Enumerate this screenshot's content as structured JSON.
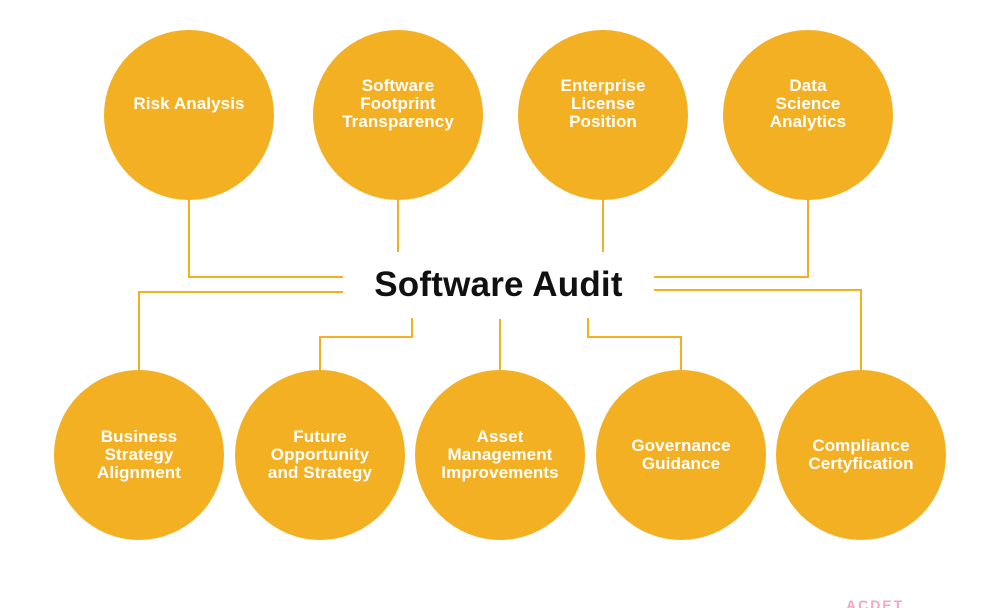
{
  "diagram": {
    "title": "Software Audit",
    "accent_color": "#F2B022",
    "line_color": "#F2B022",
    "top_nodes": [
      {
        "label": "Risk Analysis"
      },
      {
        "label": "Software\nFootprint\nTransparency"
      },
      {
        "label": "Enterprise\nLicense\nPosition"
      },
      {
        "label": "Data\nScience\nAnalytics"
      }
    ],
    "bottom_nodes": [
      {
        "label": "Business\nStrategy\nAlignment"
      },
      {
        "label": "Future\nOpportunity\nand Strategy"
      },
      {
        "label": "Asset\nManagement\nImprovements"
      },
      {
        "label": "Governance\nGuidance"
      },
      {
        "label": "Compliance\nCertyfication"
      }
    ]
  },
  "logo": {
    "text": "ACDET",
    "color": "#f2a7bf"
  }
}
